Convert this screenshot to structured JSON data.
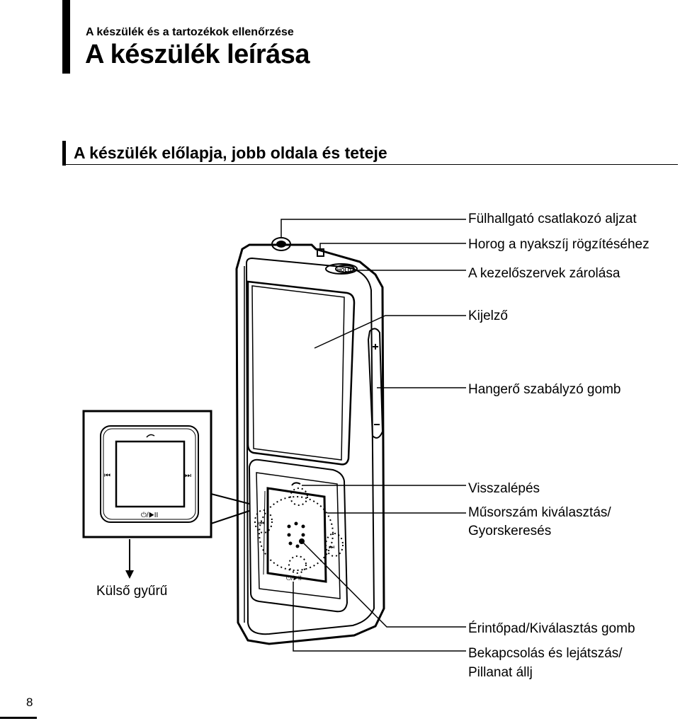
{
  "header": {
    "kicker": "A készülék és a tartozékok ellenőrzése",
    "title": "A készülék leírása"
  },
  "section": {
    "title": "A készülék előlapja, jobb oldala és teteje"
  },
  "callouts": {
    "headphone_jack": "Fülhallgató csatlakozó aljzat",
    "strap_hook": "Horog a nyakszíj rögzítéséhez",
    "hold_switch": "A kezelőszervek zárolása",
    "display": "Kijelző",
    "volume": "Hangerő szabályzó gomb",
    "back": "Visszalépés",
    "track_select_line1": "Műsorszám kiválasztás/",
    "track_select_line2": "Gyorskeresés",
    "touchpad": "Érintőpad/Kiválasztás gomb",
    "power_line1": "Bekapcsolás és lejátszás/",
    "power_line2": "Pillanat állj"
  },
  "inset": {
    "label": "Külső gyűrű"
  },
  "device_marks": {
    "hold": "HOLD",
    "vol_plus": "+",
    "vol_minus": "−",
    "skip_back": "⏮",
    "skip_fwd": "⏭",
    "power_play": "⏻/▶II"
  },
  "footer": {
    "page_number": "8"
  }
}
